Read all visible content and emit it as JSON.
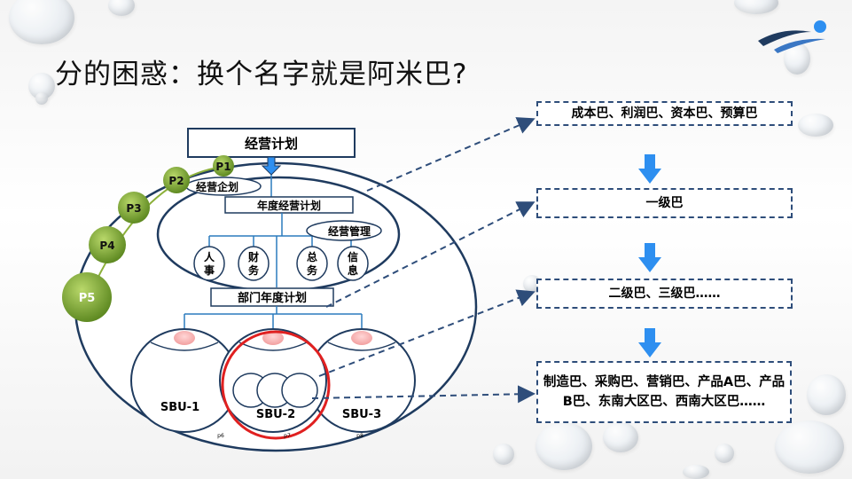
{
  "title": "分的困惑：换个名字就是阿米巴?",
  "diagram": {
    "top_box": "经营计划",
    "p_labels": [
      "P1",
      "P2",
      "P3",
      "P4",
      "P5"
    ],
    "planning_oval_label": "经营企划",
    "annual_plan": "年度经营计划",
    "mgmt_label": "经营管理",
    "functions": [
      "人事",
      "财务",
      "总务",
      "信息"
    ],
    "dept_plan": "部门年度计划",
    "sbus": [
      "SBU-1",
      "SBU-2",
      "SBU-3"
    ],
    "small_labels": [
      "p6",
      "p7",
      "p8"
    ]
  },
  "right_boxes": [
    "成本巴、利润巴、资本巴、预算巴",
    "一级巴",
    "二级巴、三级巴……",
    "制造巴、采购巴、营销巴、产品A巴、产品B巴、东南大区巴、西南大区巴……"
  ],
  "colors": {
    "accent_red": "#e02020",
    "navy": "#1f3b5f",
    "arrow_blue": "#2e8ff0",
    "green": "#6f9a2a"
  }
}
